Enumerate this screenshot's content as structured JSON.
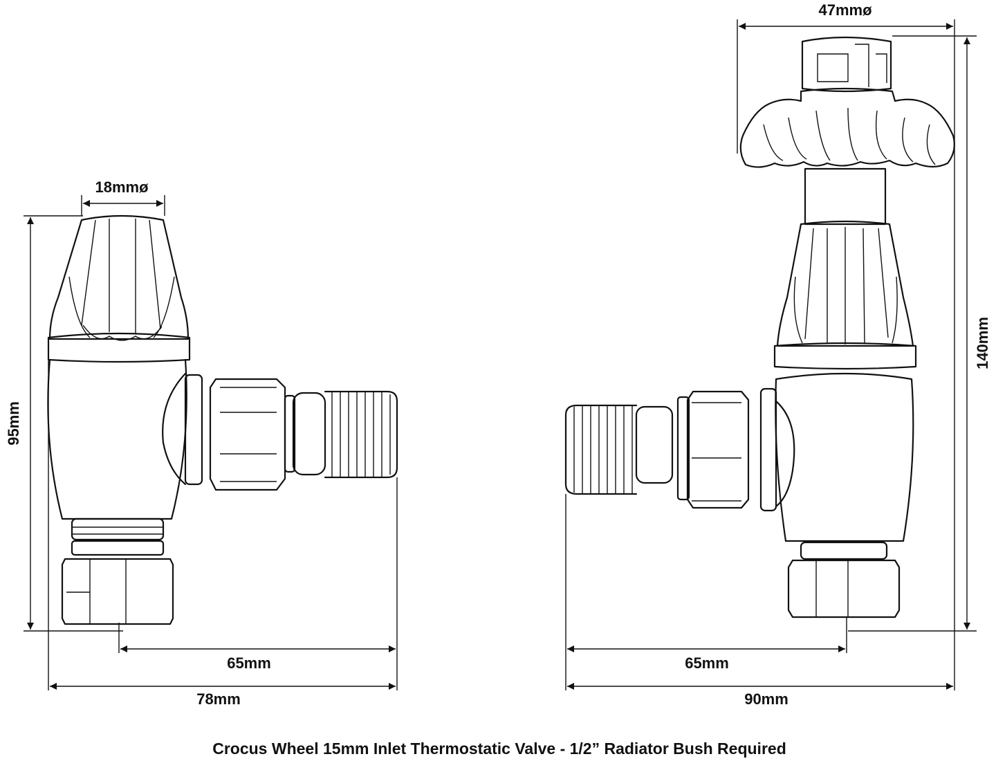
{
  "dimensions": {
    "left_diameter": "18mmø",
    "left_height": "95mm",
    "left_inlet": "65mm",
    "left_width": "78mm",
    "right_diameter": "47mmø",
    "right_height": "140mm",
    "right_inlet": "65mm",
    "right_width": "90mm"
  },
  "caption": "Crocus Wheel 15mm Inlet Thermostatic Valve - 1/2” Radiator Bush Required"
}
